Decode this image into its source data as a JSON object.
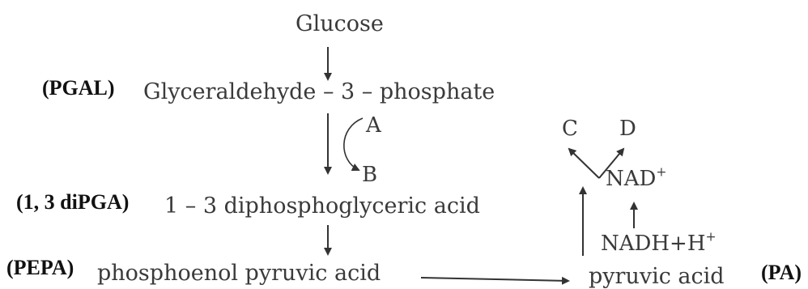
{
  "pathway": {
    "glucose": "Glucose",
    "pgal_abbr": "(PGAL)",
    "pgal": "Glyceraldehyde – 3 – phosphate",
    "label_a": "A",
    "label_b": "B",
    "dipga_abbr": "(1, 3 diPGA)",
    "dipga": "1 – 3 diphosphoglyceric acid",
    "pepa_abbr": "(PEPA)",
    "pepa": "phosphoenol pyruvic acid",
    "pa": "pyruvic acid",
    "pa_abbr": "(PA)",
    "label_c": "C",
    "label_d": "D",
    "nad_base": "NAD",
    "nad_sup": "+",
    "nadh_base": "NADH+H",
    "nadh_sup": "+"
  },
  "colors": {
    "main_text": "#3a3a3a",
    "abbr_text": "#111111",
    "arrow": "#333333"
  }
}
